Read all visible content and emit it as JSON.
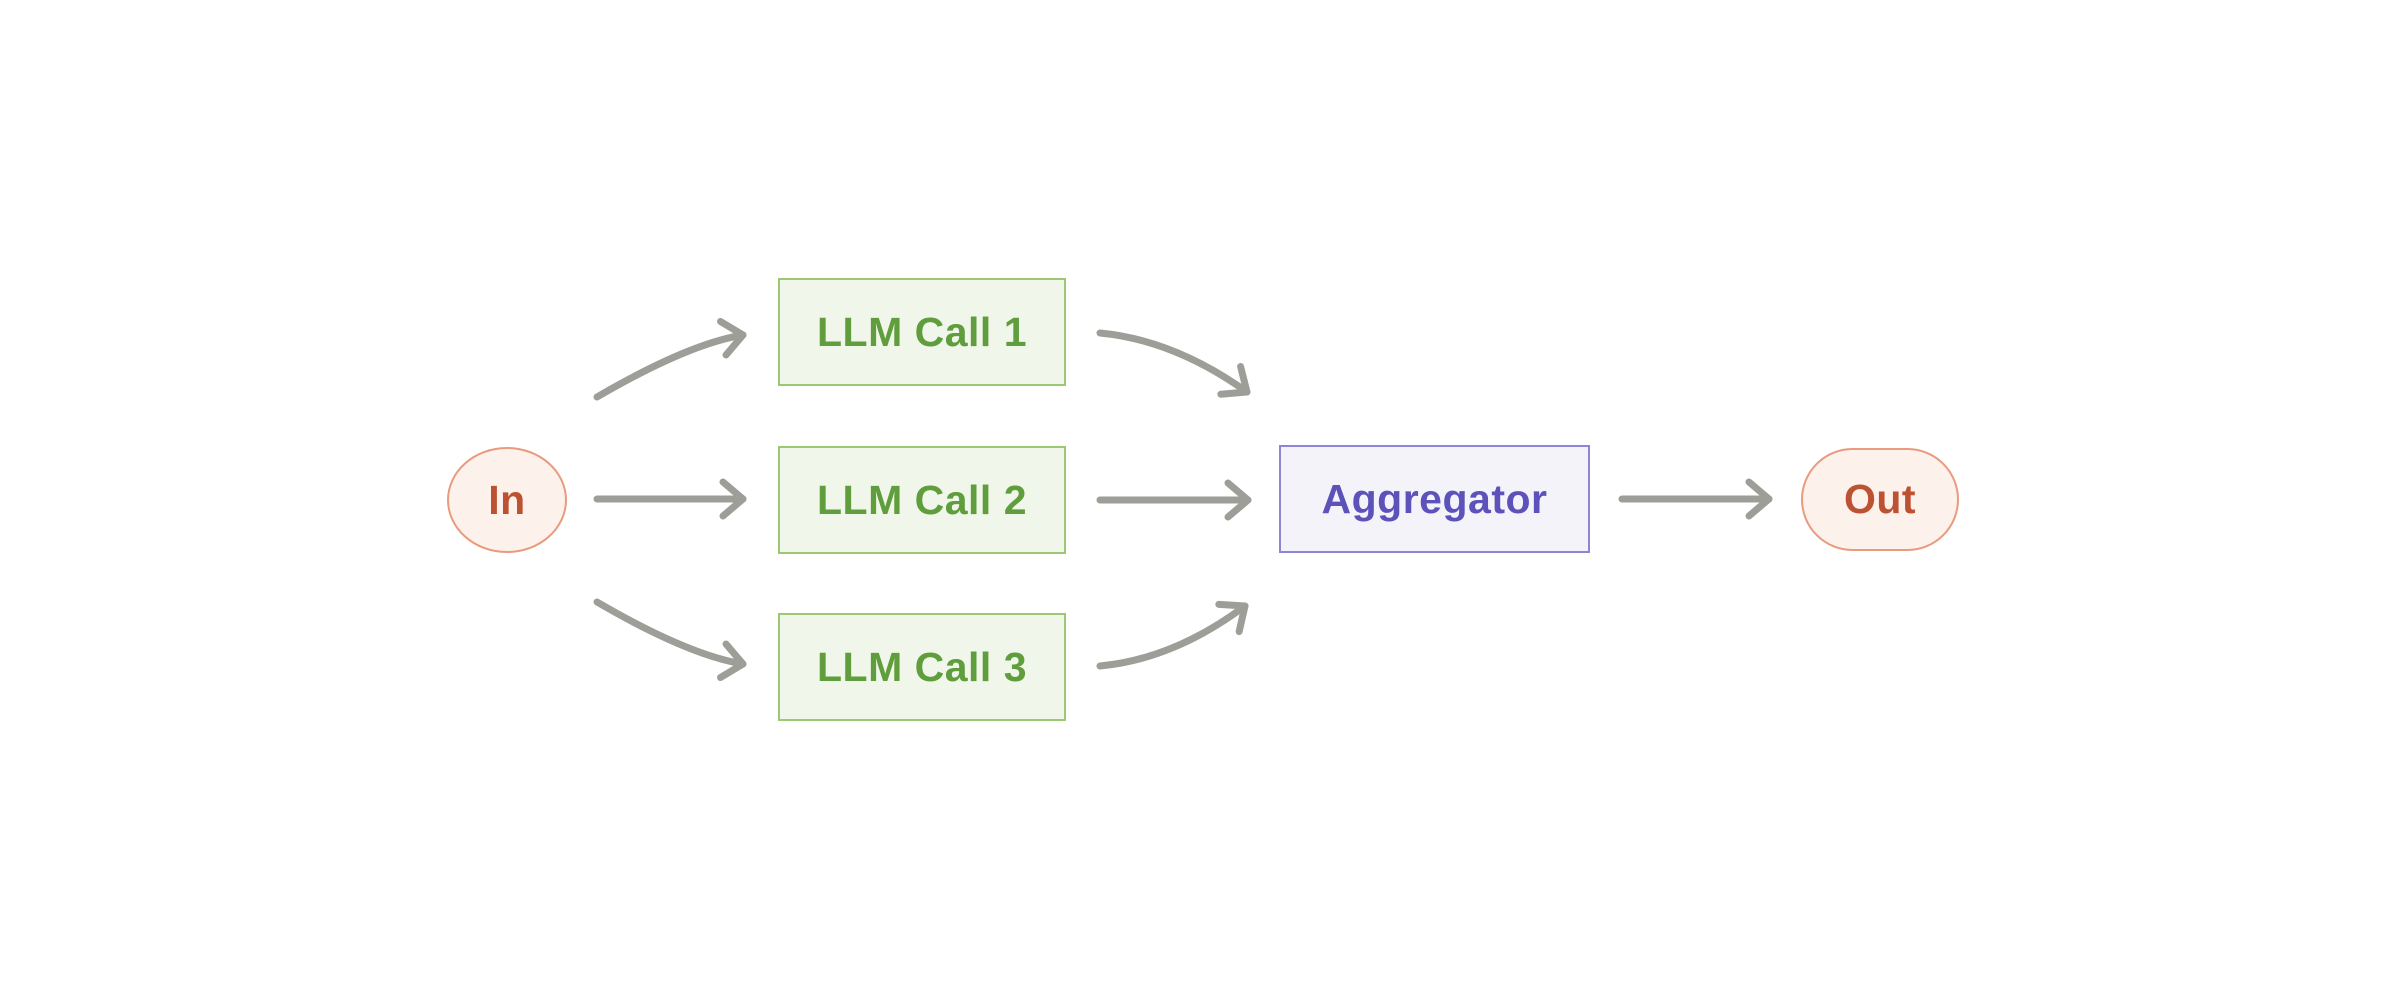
{
  "diagram": {
    "kind": "flow-diagram",
    "nodes": {
      "in": {
        "label": "In"
      },
      "llm_call_1": {
        "label": "LLM Call 1"
      },
      "llm_call_2": {
        "label": "LLM Call 2"
      },
      "llm_call_3": {
        "label": "LLM Call 3"
      },
      "aggregator": {
        "label": "Aggregator"
      },
      "out": {
        "label": "Out"
      }
    },
    "edges": [
      {
        "from": "in",
        "to": "llm_call_1",
        "style": "curved-up"
      },
      {
        "from": "in",
        "to": "llm_call_2",
        "style": "straight"
      },
      {
        "from": "in",
        "to": "llm_call_3",
        "style": "curved-down"
      },
      {
        "from": "llm_call_1",
        "to": "aggregator",
        "style": "curved-down"
      },
      {
        "from": "llm_call_2",
        "to": "aggregator",
        "style": "straight"
      },
      {
        "from": "llm_call_3",
        "to": "aggregator",
        "style": "curved-up"
      },
      {
        "from": "aggregator",
        "to": "out",
        "style": "straight"
      }
    ]
  },
  "colors": {
    "background": "#ffffff",
    "arrow": "#9e9e98",
    "in_out_fill": "#fdf1ec",
    "in_out_border": "#e89b7e",
    "in_out_text": "#bc5231",
    "llm_fill": "#f0f6e9",
    "llm_border": "#9dc873",
    "llm_text": "#5f9d3d",
    "aggregator_fill": "#f4f3fa",
    "aggregator_border": "#8d85d6",
    "aggregator_text": "#5c52b9"
  }
}
